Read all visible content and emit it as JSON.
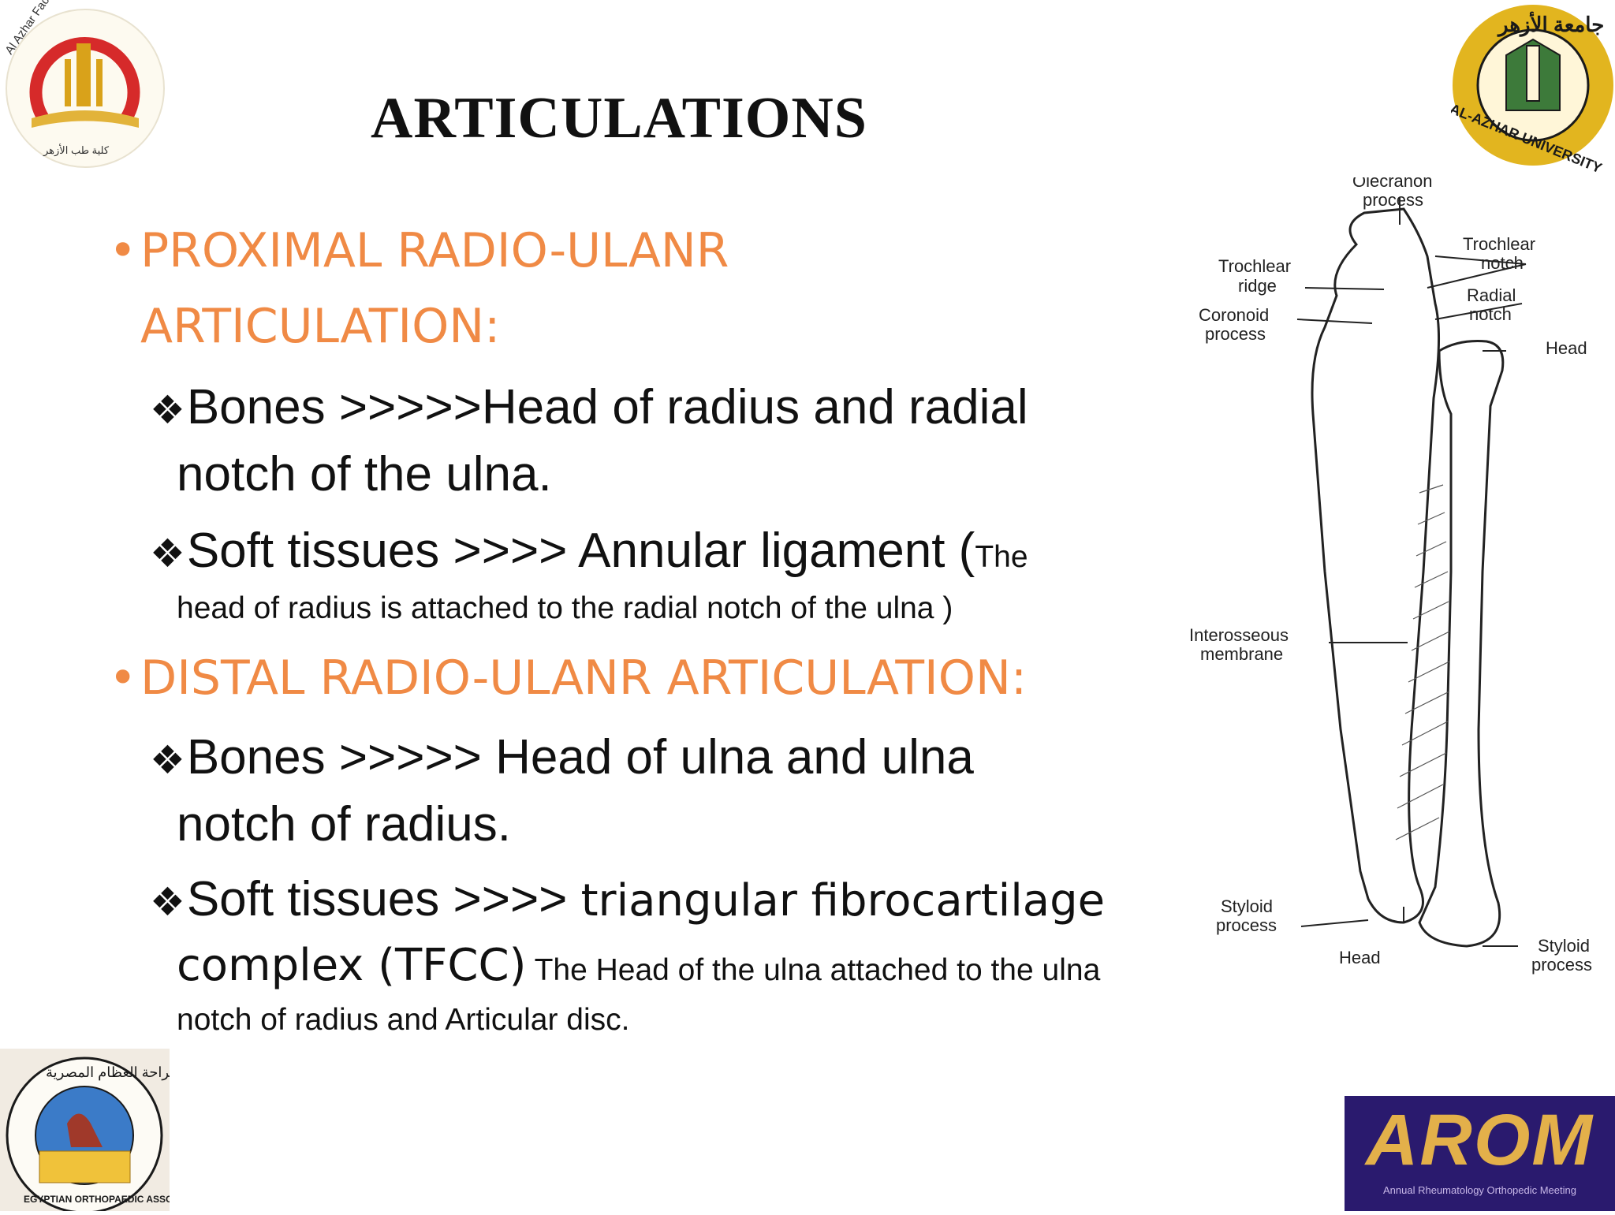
{
  "title": "ARTICULATIONS",
  "colors": {
    "heading": "#f08a45",
    "text": "#111111"
  },
  "logos": {
    "top_left": {
      "text": "Al Azhar Faculty of Medicine",
      "text2": "كلية طب الأزهر",
      "icon": "faculty-seal"
    },
    "top_right": {
      "text": "AL-AZHAR UNIVERSITY",
      "text2": "جامعة الأزهر",
      "icon": "university-seal"
    },
    "bottom_left": {
      "text": "EGYPTIAN ORTHOPAEDIC ASSOCIATION",
      "text2": "جمعية جراحة العظام المصرية",
      "icon": "association-seal"
    },
    "bottom_right": {
      "text": "AROM",
      "text2": "Annual Rheumatology Orthopedic Meeting",
      "icon": "meeting-logo"
    }
  },
  "sections": [
    {
      "heading_line1": "PROXIMAL RADIO-ULANR",
      "heading_line2": "ARTICULATION:",
      "bones_line1": "Bones >>>>>Head of radius and radial",
      "bones_line2": "notch of the ulna.",
      "soft_main": "Soft tissues >>>> Annular ligament (",
      "soft_small1": "The",
      "soft_line2": "head of radius is attached to the radial notch of the ulna  )"
    },
    {
      "heading": "DISTAL RADIO-ULANR ARTICULATION:",
      "bones_line1": "Bones >>>>> Head of ulna and ulna",
      "bones_line2": "notch of radius.",
      "soft_main": "Soft tissues    >>>> ",
      "soft_tfcc1": "triangular fibrocartilage",
      "soft_tfcc2": "complex (TFCC)",
      "soft_small1": " The Head of the ulna attached to the ulna",
      "soft_line3": "notch of radius and  Articular disc."
    }
  ],
  "diagram_labels": {
    "olecranon_1": "Olecranon",
    "olecranon_2": "process",
    "trochlear_notch_1": "Trochlear",
    "trochlear_notch_2": "notch",
    "trochlear_ridge_1": "Trochlear",
    "trochlear_ridge_2": "ridge",
    "radial_notch_1": "Radial",
    "radial_notch_2": "notch",
    "coronoid_1": "Coronoid",
    "coronoid_2": "process",
    "head_radius": "Head",
    "interosseous_1": "Interosseous",
    "interosseous_2": "membrane",
    "styloid_left_1": "Styloid",
    "styloid_left_2": "process",
    "head_ulna": "Head",
    "styloid_right_1": "Styloid",
    "styloid_right_2": "process"
  }
}
